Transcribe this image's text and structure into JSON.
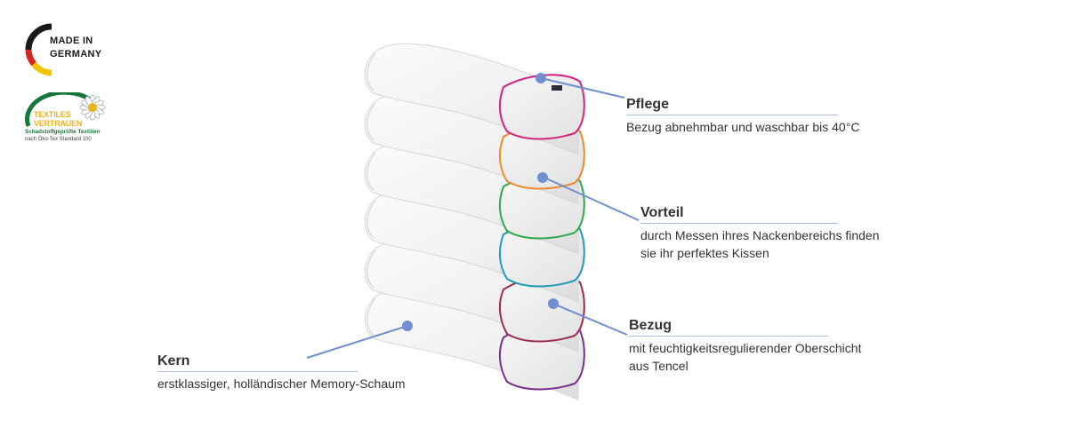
{
  "badges": {
    "made_in": {
      "line1": "MADE IN",
      "line2": "GERMANY",
      "colors": [
        "#1a1a1a",
        "#d8251e",
        "#f2c300"
      ]
    },
    "textiles": {
      "line1": "TEXTILES",
      "line2": "VERTRAUEN",
      "line3": "Schadstoffgeprüfte Textilien",
      "line4": "nach Öko-Tex Standard 100",
      "colors": {
        "green": "#16773b",
        "gold": "#e7b41f"
      },
      "icon": "daisy-flower-icon"
    }
  },
  "annotations": {
    "pflege": {
      "title": "Pflege",
      "desc1": "Bezug abnehmbar und waschbar bis 40°C"
    },
    "vorteil": {
      "title": "Vorteil",
      "desc1": "durch Messen ihres Nackenbereichs finden",
      "desc2": "sie ihr perfektes Kissen"
    },
    "bezug": {
      "title": "Bezug",
      "desc1": "mit feuchtigkeitsregulierender Oberschicht",
      "desc2": "aus Tencel"
    },
    "kern": {
      "title": "Kern",
      "desc1": "erstklassiger, holländischer Memory-Schaum"
    }
  },
  "pillow_trim_colors": [
    "#d4237f",
    "#ea8a2a",
    "#2ea84a",
    "#1f9bb6",
    "#9c2a55",
    "#7a2f8f"
  ],
  "accent": "#6f8fcf"
}
